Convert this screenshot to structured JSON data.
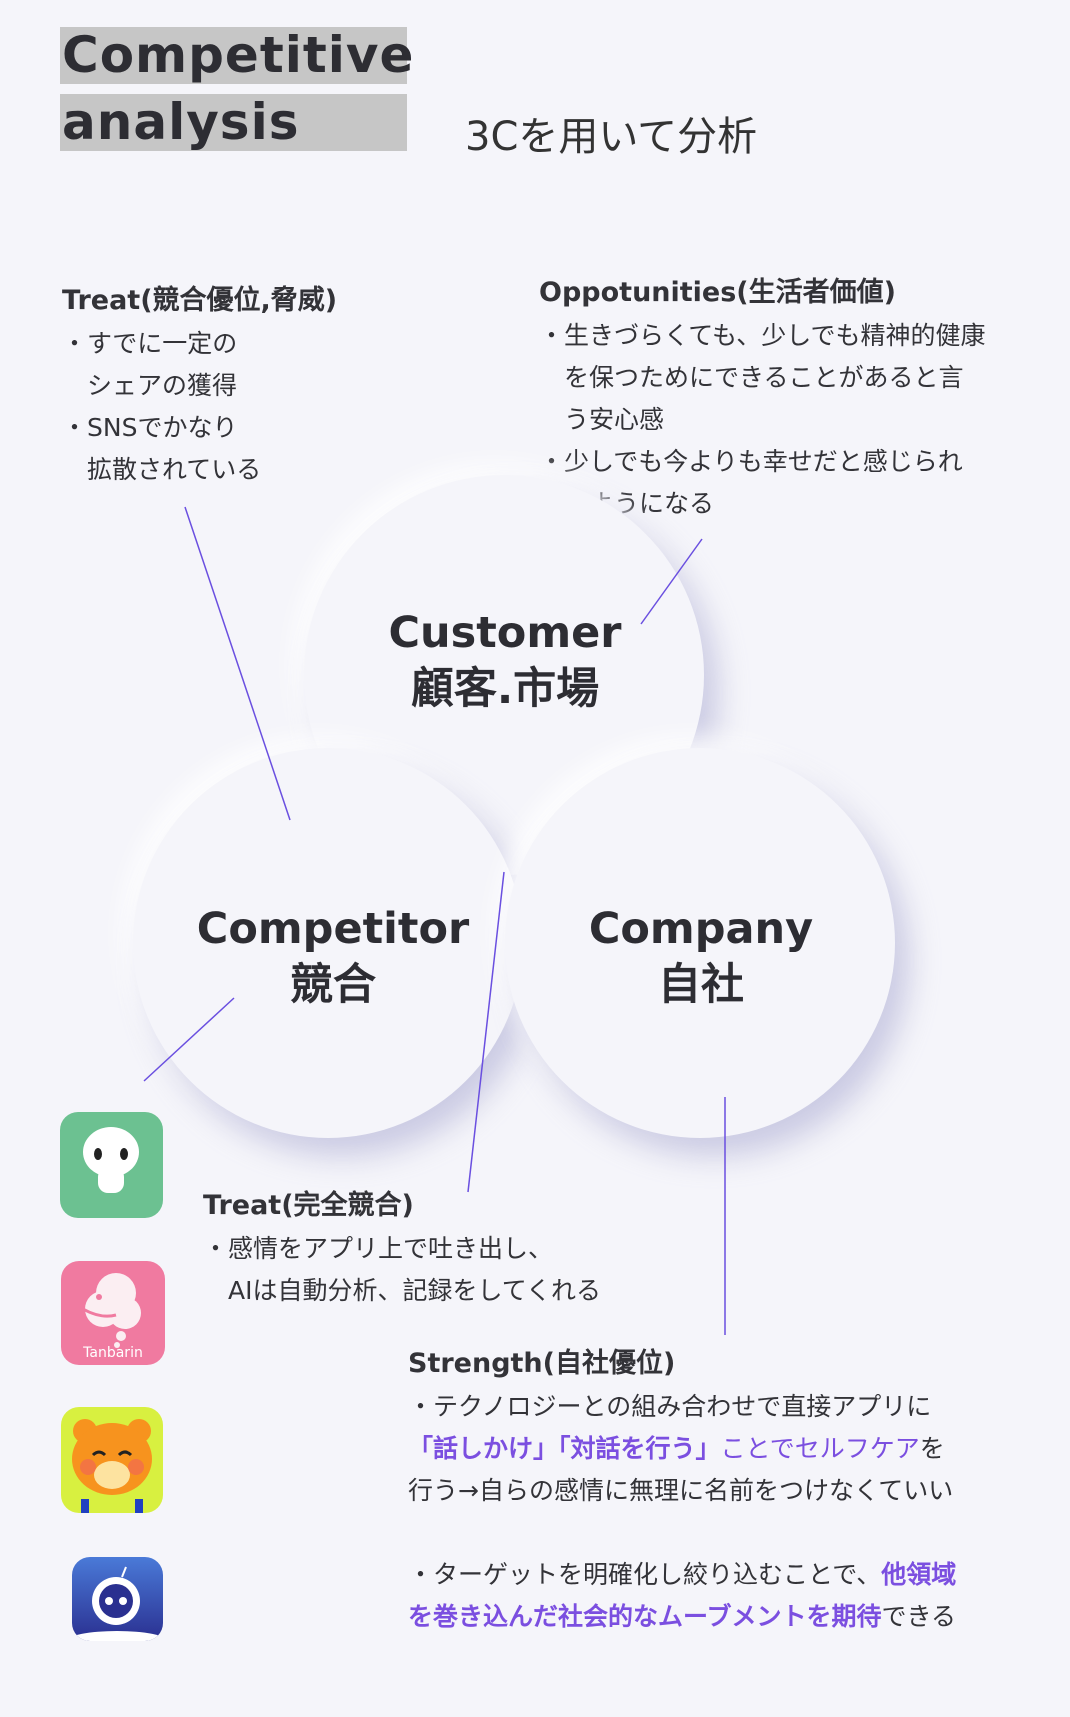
{
  "title": {
    "line1": "Competitive",
    "line2": "analysis"
  },
  "subtitle": "3Cを用いて分析",
  "treat_competitive": {
    "heading": "Treat(競合優位,脅威)",
    "lines": [
      "・すでに一定の",
      "　シェアの獲得",
      "・SNSでかなり",
      "　拡散されている"
    ]
  },
  "opportunities": {
    "heading": "Oppotunities(生活者価値)",
    "lines": [
      "・生きづらくても、少しでも精神的健康",
      "　を保つためにできることがあると言",
      "　う安心感",
      "・少しでも今よりも幸せだと感じられ",
      "　るようになる"
    ]
  },
  "circles": {
    "customer": {
      "en": "Customer",
      "ja": "顧客.市場"
    },
    "competitor": {
      "en": "Competitor",
      "ja": "競合"
    },
    "company": {
      "en": "Company",
      "ja": "自社"
    }
  },
  "treat_full": {
    "heading": "Treat(完全競合)",
    "lines": [
      "・感情をアプリ上で吐き出し、",
      "　AIは自動分析、記録をしてくれる"
    ]
  },
  "strength": {
    "heading": "Strength(自社優位)",
    "p1_line1": "・テクノロジーとの組み合わせで直接アプリに",
    "p1_line2_a": "「話しかけ」「対話を行う」",
    "p1_line2_b": "ことでセルフケア",
    "p1_line2_c": "を",
    "p1_line3": "行う→自らの感情に無理に名前をつけなくていい",
    "p2_line1_a": "・ターゲットを明確化し絞り込むことで、",
    "p2_line1_b": "他領域",
    "p2_line2_a": "を巻き込んだ社会的なムーブメントを期待",
    "p2_line2_b": "できる"
  },
  "apps": [
    {
      "icon": "ghost-app-icon",
      "color": "#6cc191"
    },
    {
      "icon": "tanbarin-app-icon",
      "label": "Tanbarin",
      "color": "#f07aa0"
    },
    {
      "icon": "bear-app-icon",
      "color": "#d8f040"
    },
    {
      "icon": "astronaut-app-icon",
      "color": "#3a4fb0"
    }
  ],
  "colors": {
    "accent": "#7b4fe0",
    "background": "#f5f5fa",
    "line": "#6a4fe0"
  }
}
